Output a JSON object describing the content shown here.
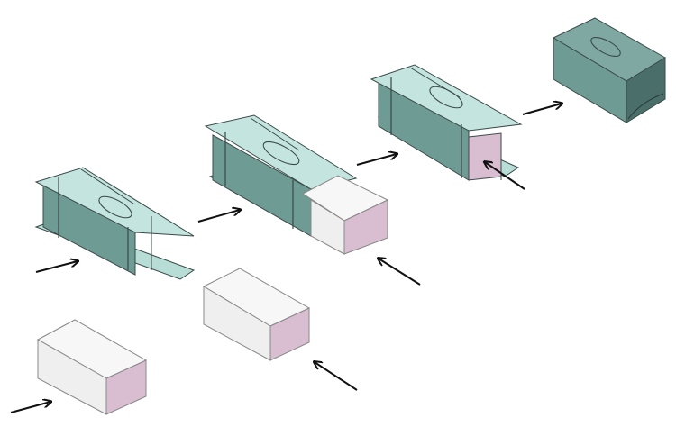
{
  "diagram": {
    "description_text": "",
    "colors": {
      "background": "#ffffff",
      "wrapper_top": "#c4e4df",
      "wrapper_side": "#6f9b95",
      "wrapper_dark": "#4a6f6a",
      "wrapper_flap": "#b7ddd6",
      "block_top": "#f7f7f7",
      "block_side": "#ececec",
      "block_end": "#d8bed0",
      "outline": "#3a4a48",
      "arrow": "#111111"
    },
    "steps": [
      {
        "id": "step-1",
        "components": [
          "open-wrapper",
          "block"
        ],
        "arrows": 2
      },
      {
        "id": "step-2",
        "components": [
          "wrapper",
          "block-inserting"
        ],
        "arrows": 3
      },
      {
        "id": "step-3",
        "components": [
          "wrapper",
          "block-inserted"
        ],
        "arrows": 2
      },
      {
        "id": "step-4",
        "components": [
          "sealed-package"
        ],
        "arrows": 0
      }
    ],
    "icon_names": [
      "arrow-icon"
    ]
  }
}
